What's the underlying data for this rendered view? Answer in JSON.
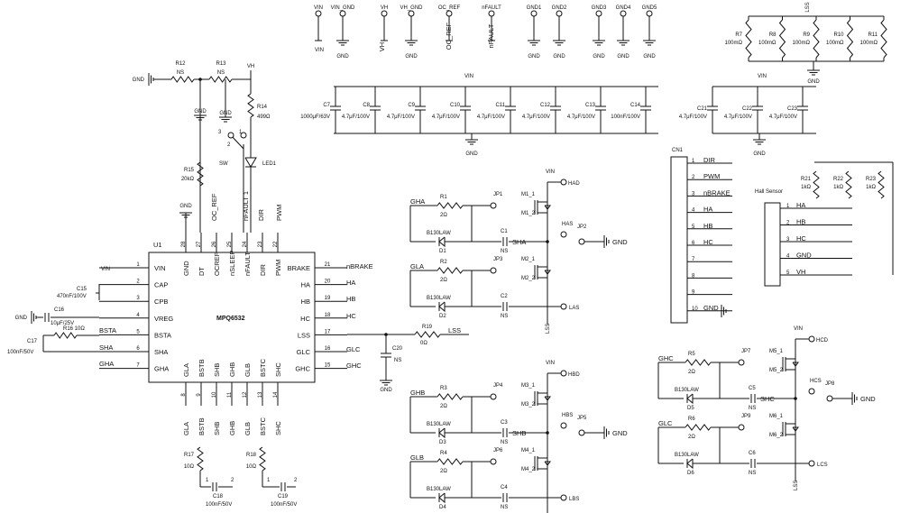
{
  "ic": {
    "ref": "U1",
    "part": "MPQ6532",
    "left_pins": [
      {
        "num": "1",
        "name": "VIN"
      },
      {
        "num": "2",
        "name": "CAP"
      },
      {
        "num": "3",
        "name": "CPB"
      },
      {
        "num": "4",
        "name": "VREG"
      },
      {
        "num": "5",
        "name": "BSTA"
      },
      {
        "num": "6",
        "name": "SHA"
      },
      {
        "num": "7",
        "name": "GHA"
      }
    ],
    "right_pins": [
      {
        "num": "21",
        "name": "BRAKE"
      },
      {
        "num": "20",
        "name": "HA"
      },
      {
        "num": "19",
        "name": "HB"
      },
      {
        "num": "18",
        "name": "HC"
      },
      {
        "num": "17",
        "name": "LSS"
      },
      {
        "num": "16",
        "name": "GLC"
      },
      {
        "num": "15",
        "name": "GHC"
      }
    ],
    "top_pins": [
      {
        "num": "28",
        "name": "GND"
      },
      {
        "num": "27",
        "name": "DT"
      },
      {
        "num": "26",
        "name": "OCREF"
      },
      {
        "num": "25",
        "name": "nSLEEP"
      },
      {
        "num": "24",
        "name": "nFAULT"
      },
      {
        "num": "23",
        "name": "DIR"
      },
      {
        "num": "22",
        "name": "PWM"
      }
    ],
    "bottom_pins": [
      {
        "num": "8",
        "name": "GLA"
      },
      {
        "num": "9",
        "name": "BSTB"
      },
      {
        "num": "10",
        "name": "SHB"
      },
      {
        "num": "11",
        "name": "GHB"
      },
      {
        "num": "12",
        "name": "GLB"
      },
      {
        "num": "13",
        "name": "BSTC"
      },
      {
        "num": "14",
        "name": "SHC"
      }
    ]
  },
  "top_terminals": [
    "VIN",
    "VIN_GND",
    "VH",
    "VH_GND",
    "OC_REF",
    "nFAULT",
    "GND1",
    "GND2",
    "GND3",
    "GND4",
    "GND5"
  ],
  "top_terminal_labels": [
    "VIN",
    "VH",
    "OC_REF",
    "nFAULT"
  ],
  "gnd": "GND",
  "vin_label": "VIN",
  "vh_label": "VH",
  "lss_label": "LSS",
  "ns": "NS",
  "nets_left": [
    "BSTA",
    "SHA",
    "GHA"
  ],
  "nets_right": [
    "nBRAKE",
    "HA",
    "HB",
    "HC",
    "LSS",
    "GLC",
    "GHC"
  ],
  "sense": [
    {
      "ref": "R7",
      "val": "100mΩ"
    },
    {
      "ref": "R8",
      "val": "100mΩ"
    },
    {
      "ref": "R9",
      "val": "100mΩ"
    },
    {
      "ref": "R10",
      "val": "100mΩ"
    },
    {
      "ref": "R11",
      "val": "100mΩ"
    }
  ],
  "bulk_caps": [
    {
      "ref": "C7",
      "val": "1000μF/63V"
    },
    {
      "ref": "C8",
      "val": "4.7μF/100V"
    },
    {
      "ref": "C9",
      "val": "4.7μF/100V"
    },
    {
      "ref": "C10",
      "val": "4.7μF/100V"
    },
    {
      "ref": "C11",
      "val": "4.7μF/100V"
    },
    {
      "ref": "C12",
      "val": "4.7μF/100V"
    },
    {
      "ref": "C13",
      "val": "4.7μF/100V"
    },
    {
      "ref": "C14",
      "val": "100nF/100V"
    }
  ],
  "right_caps": [
    {
      "ref": "C21",
      "val": "4.7μF/100V"
    },
    {
      "ref": "C22",
      "val": "4.7μF/100V"
    },
    {
      "ref": "C23",
      "val": "4.7μF/100V"
    }
  ],
  "misc": {
    "r12": "R12",
    "r13": "R13",
    "r14": "R14",
    "r14v": "499Ω",
    "r15": "R15",
    "r15v": "20kΩ",
    "sw": "SW",
    "led": "LED1",
    "c15": "C15",
    "c15v": "470nF/100V",
    "c16": "C16",
    "c16v": "10μF/25V",
    "c17": "C17",
    "c17v": "100nF/50V",
    "r16": "R16",
    "r16v": "10Ω",
    "r19": "R19",
    "r19v": "0Ω",
    "c20": "C20",
    "r17": "R17",
    "r17v": "10Ω",
    "r18": "R18",
    "r18v": "10Ω",
    "c18": "C18",
    "c18v": "100nF/50V",
    "c19": "C19",
    "c19v": "100nF/50V"
  },
  "cn1": {
    "ref": "CN1",
    "rows": [
      {
        "num": "1",
        "label": "DIR"
      },
      {
        "num": "2",
        "label": "PWM"
      },
      {
        "num": "3",
        "label": "nBRAKE"
      },
      {
        "num": "4",
        "label": "HA"
      },
      {
        "num": "5",
        "label": "HB"
      },
      {
        "num": "6",
        "label": "HC"
      },
      {
        "num": "7",
        "label": ""
      },
      {
        "num": "8",
        "label": ""
      },
      {
        "num": "9",
        "label": ""
      },
      {
        "num": "10",
        "label": "GND"
      }
    ]
  },
  "hall": {
    "title": "Hall Sensor",
    "rows": [
      {
        "num": "1",
        "label": "HA"
      },
      {
        "num": "2",
        "label": "HB"
      },
      {
        "num": "3",
        "label": "HC"
      },
      {
        "num": "4",
        "label": "GND"
      },
      {
        "num": "5",
        "label": "VH"
      }
    ],
    "resistors": [
      {
        "ref": "R21",
        "val": "1kΩ"
      },
      {
        "ref": "R22",
        "val": "1kΩ"
      },
      {
        "ref": "R23",
        "val": "1kΩ"
      }
    ]
  },
  "bridges": [
    {
      "gh": "GHA",
      "gl": "GLA",
      "rh": "R1",
      "rl": "R2",
      "jh": "JP1",
      "jl": "JP3",
      "jm": "JP2",
      "mh": "M1_1",
      "mh2": "M1_2",
      "ml": "M2_1",
      "ml2": "M2_2",
      "dh": "D1",
      "dl": "D2",
      "ch": "C1",
      "cl": "C2",
      "out": "SHA",
      "had": "HAD",
      "has": "HAS",
      "las": "LAS",
      "d": "B130LAW",
      "r": "2Ω"
    },
    {
      "gh": "GHB",
      "gl": "GLB",
      "rh": "R3",
      "rl": "R4",
      "jh": "JP4",
      "jl": "JP6",
      "jm": "JP5",
      "mh": "M3_1",
      "mh2": "M3_2",
      "ml": "M4_1",
      "ml2": "M4_2",
      "dh": "D3",
      "dl": "D4",
      "ch": "C3",
      "cl": "C4",
      "out": "SHB",
      "had": "HBD",
      "has": "HBS",
      "las": "LBS",
      "d": "B130LAW",
      "r": "2Ω"
    },
    {
      "gh": "GHC",
      "gl": "GLC",
      "rh": "R5",
      "rl": "R6",
      "jh": "JP7",
      "jl": "JP9",
      "jm": "JP8",
      "mh": "M5_1",
      "mh2": "M5_2",
      "ml": "M6_1",
      "ml2": "M6_2",
      "dh": "D5",
      "dl": "D6",
      "ch": "C5",
      "cl": "C6",
      "out": "SHC",
      "had": "HCD",
      "has": "HCS",
      "las": "LCS",
      "d": "B130LAW",
      "r": "2Ω"
    }
  ],
  "colors": {
    "ink": "#111111",
    "bg": "#ffffff"
  }
}
